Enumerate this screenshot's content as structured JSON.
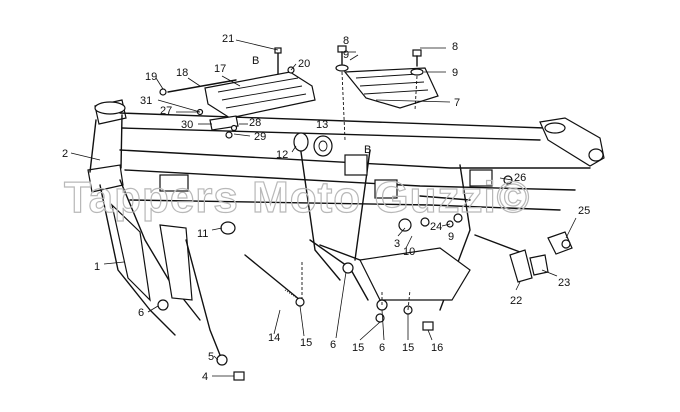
{
  "watermark": "Tappers Moto Guzzi©",
  "diagram": {
    "part_labels": [
      {
        "id": "p21",
        "text": "21"
      },
      {
        "id": "p20",
        "text": "20"
      },
      {
        "id": "p19",
        "text": "19"
      },
      {
        "id": "p18",
        "text": "18"
      },
      {
        "id": "p17",
        "text": "17"
      },
      {
        "id": "pB1",
        "text": "B"
      },
      {
        "id": "p8a",
        "text": "8"
      },
      {
        "id": "p9a",
        "text": "9"
      },
      {
        "id": "p8b",
        "text": "8"
      },
      {
        "id": "p9b",
        "text": "9"
      },
      {
        "id": "p7",
        "text": "7"
      },
      {
        "id": "p31",
        "text": "31"
      },
      {
        "id": "p27",
        "text": "27"
      },
      {
        "id": "p30",
        "text": "30"
      },
      {
        "id": "p28",
        "text": "28"
      },
      {
        "id": "p29",
        "text": "29"
      },
      {
        "id": "p13",
        "text": "13"
      },
      {
        "id": "p12",
        "text": "12"
      },
      {
        "id": "pB2",
        "text": "B"
      },
      {
        "id": "p2",
        "text": "2"
      },
      {
        "id": "p26",
        "text": "26"
      },
      {
        "id": "p25",
        "text": "25"
      },
      {
        "id": "p11",
        "text": "11"
      },
      {
        "id": "p24",
        "text": "24"
      },
      {
        "id": "p9c",
        "text": "9"
      },
      {
        "id": "p3",
        "text": "3"
      },
      {
        "id": "p10",
        "text": "10"
      },
      {
        "id": "p1",
        "text": "1"
      },
      {
        "id": "p22",
        "text": "22"
      },
      {
        "id": "p23",
        "text": "23"
      },
      {
        "id": "p6a",
        "text": "6"
      },
      {
        "id": "p14",
        "text": "14"
      },
      {
        "id": "p15a",
        "text": "15"
      },
      {
        "id": "p6b",
        "text": "6"
      },
      {
        "id": "p15b",
        "text": "15"
      },
      {
        "id": "p6c",
        "text": "6"
      },
      {
        "id": "p15c",
        "text": "15"
      },
      {
        "id": "p16",
        "text": "16"
      },
      {
        "id": "p5",
        "text": "5"
      },
      {
        "id": "p4",
        "text": "4"
      }
    ]
  }
}
